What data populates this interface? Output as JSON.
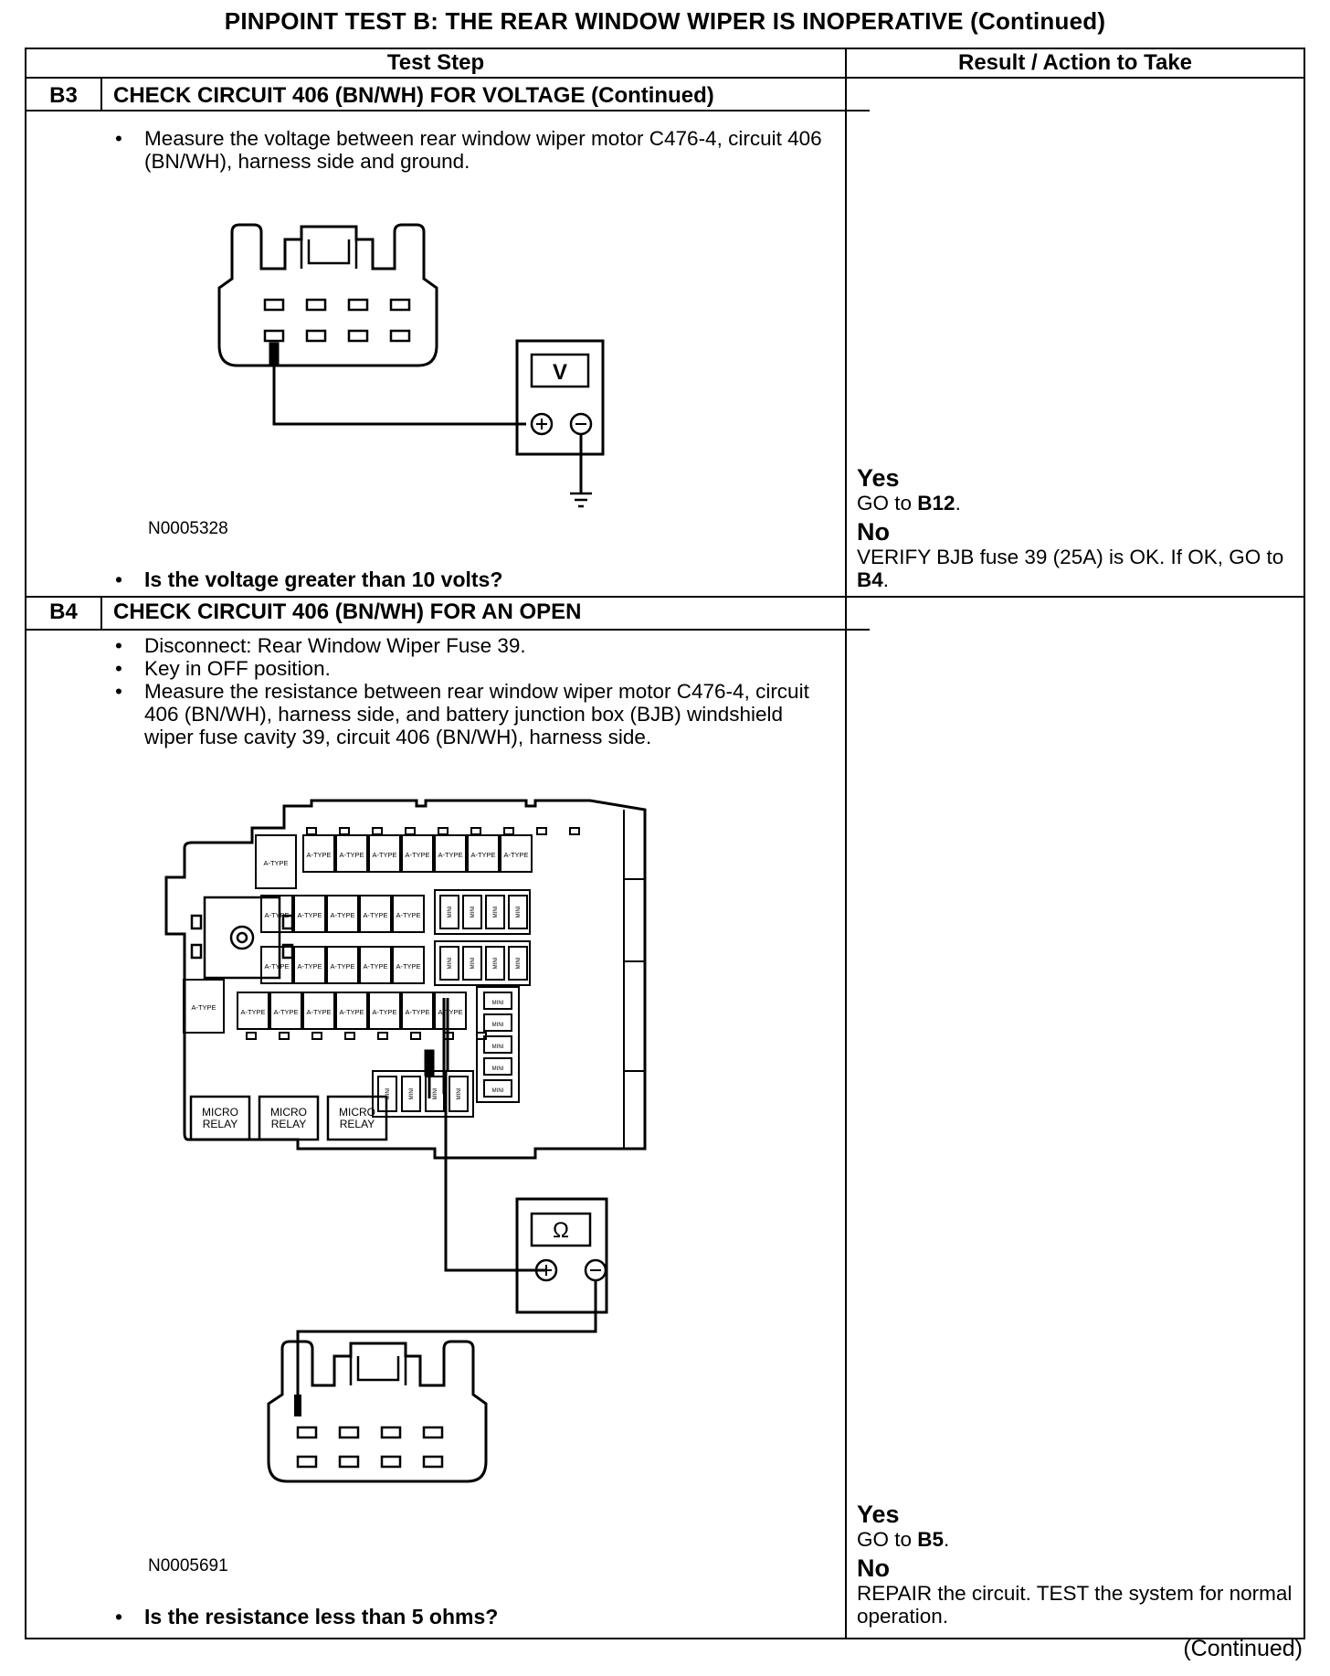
{
  "title": "PINPOINT TEST  B: THE REAR WINDOW WIPER IS INOPERATIVE (Continued)",
  "headers": {
    "test_step": "Test Step",
    "result": "Result / Action to Take"
  },
  "steps": [
    {
      "id": "B3",
      "title": "CHECK CIRCUIT 406 (BN/WH) FOR VOLTAGE (Continued)",
      "bullets": [
        "Measure the voltage between rear window wiper motor C476-4, circuit 406 (BN/WH), harness side and ground."
      ],
      "figure_code": "N0005328",
      "meter_symbol": "V",
      "question": "Is the voltage greater than 10 volts?",
      "yes_label": "Yes",
      "yes_text": "GO to ",
      "yes_ref": "B12",
      "no_label": "No",
      "no_text": "VERIFY BJB fuse 39 (25A) is OK. If OK, GO to ",
      "no_ref": "B4"
    },
    {
      "id": "B4",
      "title": "CHECK CIRCUIT 406 (BN/WH) FOR AN OPEN",
      "bullets": [
        "Disconnect: Rear Window Wiper Fuse 39.",
        "Key in OFF position.",
        "Measure the resistance between rear window wiper motor C476-4, circuit 406 (BN/WH), harness side, and battery junction box (BJB) windshield wiper fuse cavity 39, circuit 406 (BN/WH), harness side."
      ],
      "figure_code": "N0005691",
      "meter_symbol": "Ω",
      "relay_label_1": "MICRO",
      "relay_label_2": "RELAY",
      "fuse_a_label": "A-TYPE",
      "fuse_mini_label": "MINI",
      "question": "Is the resistance less than 5 ohms?",
      "yes_label": "Yes",
      "yes_text": "GO to ",
      "yes_ref": "B5",
      "no_label": "No",
      "no_text": "REPAIR the circuit. TEST the system for normal operation.",
      "no_ref": ""
    }
  ],
  "continued": "(Continued)"
}
